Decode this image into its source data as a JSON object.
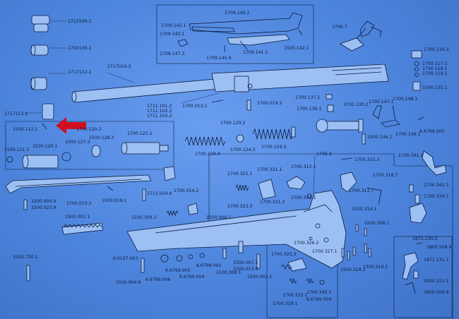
{
  "diagram": {
    "part_numbers": [
      {
        "id": "p1713109",
        "text": "1713109.2"
      },
      {
        "id": "p1700109",
        "text": "1700109.2"
      },
      {
        "id": "p1717112",
        "text": "1717112.2"
      },
      {
        "id": "p1717024",
        "text": "1717024.2"
      },
      {
        "id": "p1717113",
        "text": "1717113.1"
      },
      {
        "id": "p1500112",
        "text": "1500.112.1"
      },
      {
        "id": "p1709140",
        "text": "1709.140.2"
      },
      {
        "id": "p1709142",
        "text": "1709.142.1"
      },
      {
        "id": "p1709143",
        "text": "1709.143.1"
      },
      {
        "id": "p1709147",
        "text": "1709.147.3"
      },
      {
        "id": "p1709145",
        "text": "1709.145.9"
      },
      {
        "id": "p1709141",
        "text": "1709.141.1"
      },
      {
        "id": "p1500142",
        "text": "1500.142.1"
      },
      {
        "id": "p1700_7",
        "text": "1700.7"
      },
      {
        "id": "p1700116",
        "text": "1700.116.3"
      },
      {
        "id": "p1700117",
        "text": "1700.117.1"
      },
      {
        "id": "p1700118",
        "text": "1700.118.1"
      },
      {
        "id": "p1700119",
        "text": "1700.119.1"
      },
      {
        "id": "p1500135",
        "text": "1500.135.1"
      },
      {
        "id": "p1711101",
        "text": "1711.101.2"
      },
      {
        "id": "p1711102",
        "text": "1711.102.2"
      },
      {
        "id": "p1711103",
        "text": "1711.103.2"
      },
      {
        "id": "p1700013",
        "text": "1700.013.1"
      },
      {
        "id": "p1700019",
        "text": "1700.019.3"
      },
      {
        "id": "p1700137",
        "text": "1700.137.1"
      },
      {
        "id": "p1700136",
        "text": "1700.136.1"
      },
      {
        "id": "p1700130",
        "text": "1700.130.2"
      },
      {
        "id": "p1700147",
        "text": "1700.147.1"
      },
      {
        "id": "p1700148",
        "text": "1700.148.1"
      },
      {
        "id": "p1700149",
        "text": "1700.149.1"
      },
      {
        "id": "p6799005",
        "text": "6.6799.005"
      },
      {
        "id": "p1500146",
        "text": "1500.146.1"
      },
      {
        "id": "p1700120",
        "text": "1700.120.2"
      },
      {
        "id": "p1700129a",
        "text": "1700.129.2"
      },
      {
        "id": "p1700125",
        "text": "1700.125.2"
      },
      {
        "id": "p1500121",
        "text": "1500.121.3"
      },
      {
        "id": "p1500120",
        "text": "1500.120.1"
      },
      {
        "id": "p1500127",
        "text": "1500.127.3"
      },
      {
        "id": "p1500128",
        "text": "1500.128.3"
      },
      {
        "id": "p1700129b",
        "text": "1700.129.3"
      },
      {
        "id": "p1700124",
        "text": "1700.124.3"
      },
      {
        "id": "p1700129c",
        "text": "1700.129.3"
      },
      {
        "id": "p1709_3",
        "text": "1709.3"
      },
      {
        "id": "p1700315",
        "text": "1700.315.3"
      },
      {
        "id": "p1700341",
        "text": "1700.341.1"
      },
      {
        "id": "p1700322",
        "text": "1700.322.1"
      },
      {
        "id": "p1700321a",
        "text": "1700.321.1"
      },
      {
        "id": "p1700312",
        "text": "1700.312.1"
      },
      {
        "id": "p1700318",
        "text": "1700.318.7"
      },
      {
        "id": "p1700342",
        "text": "1700.342.3"
      },
      {
        "id": "p1700334",
        "text": "1700.334.7"
      },
      {
        "id": "p1700014",
        "text": "1700.014.2"
      },
      {
        "id": "p1713024",
        "text": "1713.024.9"
      },
      {
        "id": "p1500004",
        "text": "1500.004.9"
      },
      {
        "id": "p1500023",
        "text": "1500.023.9"
      },
      {
        "id": "p1700010",
        "text": "1700.010.2"
      },
      {
        "id": "p1500018",
        "text": "1500.018.1"
      },
      {
        "id": "p1700323",
        "text": "1700.323.3"
      },
      {
        "id": "p1700321b",
        "text": "1700.321.2"
      },
      {
        "id": "p1700333",
        "text": "1700.333.1"
      },
      {
        "id": "p1700313",
        "text": "1700.313.7"
      },
      {
        "id": "p1500314",
        "text": "1500.314.1"
      },
      {
        "id": "p1500308",
        "text": "1500.308.1"
      },
      {
        "id": "p1500011",
        "text": "1500.001.1"
      },
      {
        "id": "p1500309",
        "text": "1500.309.3"
      },
      {
        "id": "p1500006",
        "text": "1500.006.1"
      },
      {
        "id": "p1700326",
        "text": "1700.326.2"
      },
      {
        "id": "p1871130",
        "text": "1871.130.2"
      },
      {
        "id": "p1800509a",
        "text": "1800.509.9"
      },
      {
        "id": "p1871131",
        "text": "1871.131.1"
      },
      {
        "id": "p2000322",
        "text": "2000.322.1"
      },
      {
        "id": "p1800509b",
        "text": "1800.509.9"
      },
      {
        "id": "p6012700",
        "text": "6.0127.003"
      },
      {
        "id": "p6799005b",
        "text": "6.6799.005"
      },
      {
        "id": "p6799002",
        "text": "6.6799.002"
      },
      {
        "id": "p1500007",
        "text": "1500.007.1"
      },
      {
        "id": "p1500013",
        "text": "1500.013.9"
      },
      {
        "id": "p1500004b",
        "text": "1500.004.9"
      },
      {
        "id": "p6799006",
        "text": "6.6799.006"
      },
      {
        "id": "p6799004",
        "text": "6.6799.004"
      },
      {
        "id": "p1500308b",
        "text": "1500.308.1"
      },
      {
        "id": "p1500002",
        "text": "1500.002.1"
      },
      {
        "id": "p1700325",
        "text": "1700.325.3"
      },
      {
        "id": "p1700327",
        "text": "1700.327.1"
      },
      {
        "id": "p1700332",
        "text": "1700.332.1"
      },
      {
        "id": "p1700329",
        "text": "1700.329.1"
      },
      {
        "id": "p1700345",
        "text": "1700.345.1"
      },
      {
        "id": "p6799004b",
        "text": "6.6799.004"
      },
      {
        "id": "p1500319",
        "text": "1500.319.1"
      },
      {
        "id": "p1700319",
        "text": "1700.319.1"
      },
      {
        "id": "p1520730",
        "text": "1520.730.1"
      }
    ],
    "arrow_color": "#d01020",
    "ink_color": "#0d1b3d"
  }
}
